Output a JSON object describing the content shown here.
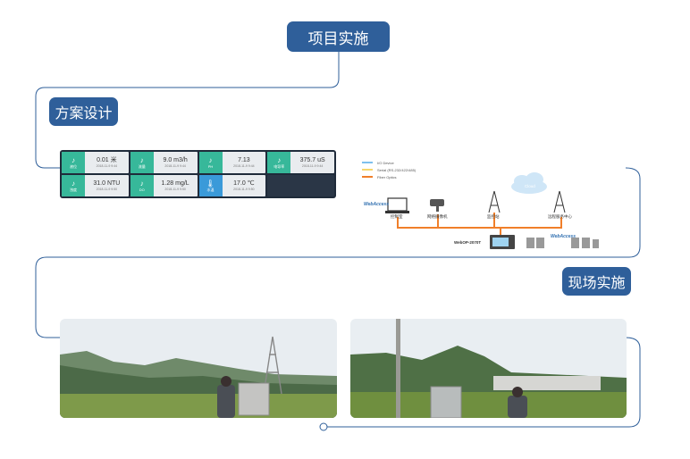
{
  "headings": {
    "project": "项目实施",
    "design": "方案设计",
    "onsite": "现场实施"
  },
  "dashboard": [
    {
      "name": "液位",
      "value": "0.01 米",
      "time": "2018-11-9 9:44",
      "icon": "drop-icon",
      "color": "#37b89a"
    },
    {
      "name": "流量",
      "value": "9.0 m3/h",
      "time": "2018-11-9 9:44",
      "icon": "drop-icon",
      "color": "#37b89a"
    },
    {
      "name": "PH",
      "value": "7.13",
      "time": "2018-11-9 9:44",
      "icon": "drop-icon",
      "color": "#37b89a"
    },
    {
      "name": "电导率",
      "value": "375.7 uS",
      "time": "2018-11-9 9:44",
      "icon": "drop-icon",
      "color": "#37b89a"
    },
    {
      "name": "浊度",
      "value": "31.0 NTU",
      "time": "2018-11-9 9:50",
      "icon": "drop-icon",
      "color": "#37b89a"
    },
    {
      "name": "DO",
      "value": "1.28 mg/L",
      "time": "2018-11-9 9:50",
      "icon": "drop-icon",
      "color": "#37b89a"
    },
    {
      "name": "水温",
      "value": "17.0 ℃",
      "time": "2018-11-9 9:50",
      "icon": "thermometer-icon",
      "color": "#3a9ad9"
    }
  ],
  "network": {
    "legend": [
      {
        "label": "I/O Device",
        "color": "#7ec0ee"
      },
      {
        "label": "Serial (RS-232/422/485)",
        "color": "#f5d76e"
      },
      {
        "label": "Fiber Optics",
        "color": "#f07f2a"
      }
    ],
    "devices": {
      "control_room": "控制室",
      "camera": "网络摄像机",
      "monitor_point": "监控站",
      "center": "远程服务中心",
      "gateway": "WebOP-2070T",
      "brand": "WebAccess"
    },
    "cloud": "Cloud"
  },
  "colors": {
    "accent": "#2f5f9a",
    "connector": "#2f5f9a"
  }
}
